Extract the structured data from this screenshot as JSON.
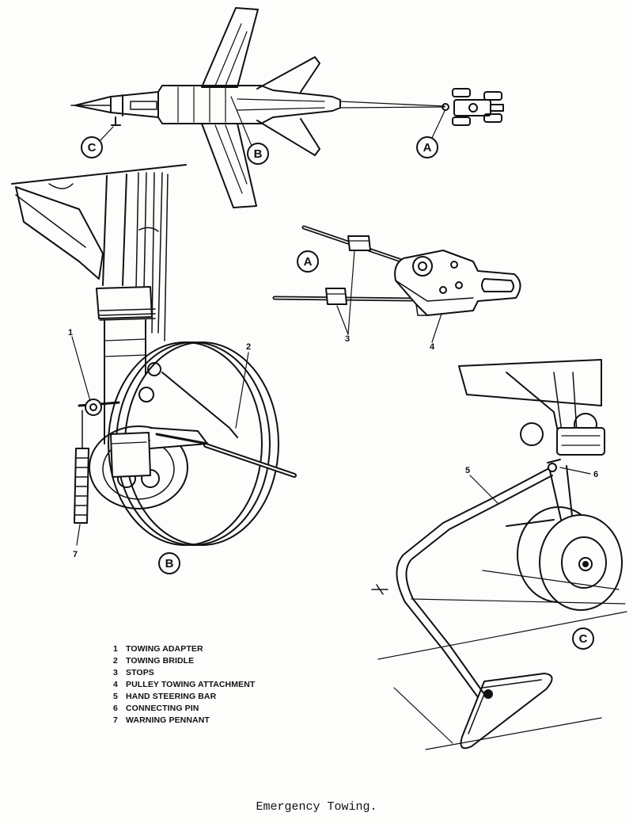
{
  "caption": "Emergency Towing.",
  "views": {
    "a": "A",
    "b": "B",
    "c": "C"
  },
  "callouts": {
    "c1": "1",
    "c2": "2",
    "c3": "3",
    "c4": "4",
    "c5": "5",
    "c6": "6",
    "c7": "7"
  },
  "legend": [
    {
      "num": "1",
      "label": "TOWING ADAPTER"
    },
    {
      "num": "2",
      "label": "TOWING BRIDLE"
    },
    {
      "num": "3",
      "label": "STOPS"
    },
    {
      "num": "4",
      "label": "PULLEY TOWING ATTACHMENT"
    },
    {
      "num": "5",
      "label": "HAND STEERING BAR"
    },
    {
      "num": "6",
      "label": "CONNECTING PIN"
    },
    {
      "num": "7",
      "label": "WARNING PENNANT"
    }
  ]
}
